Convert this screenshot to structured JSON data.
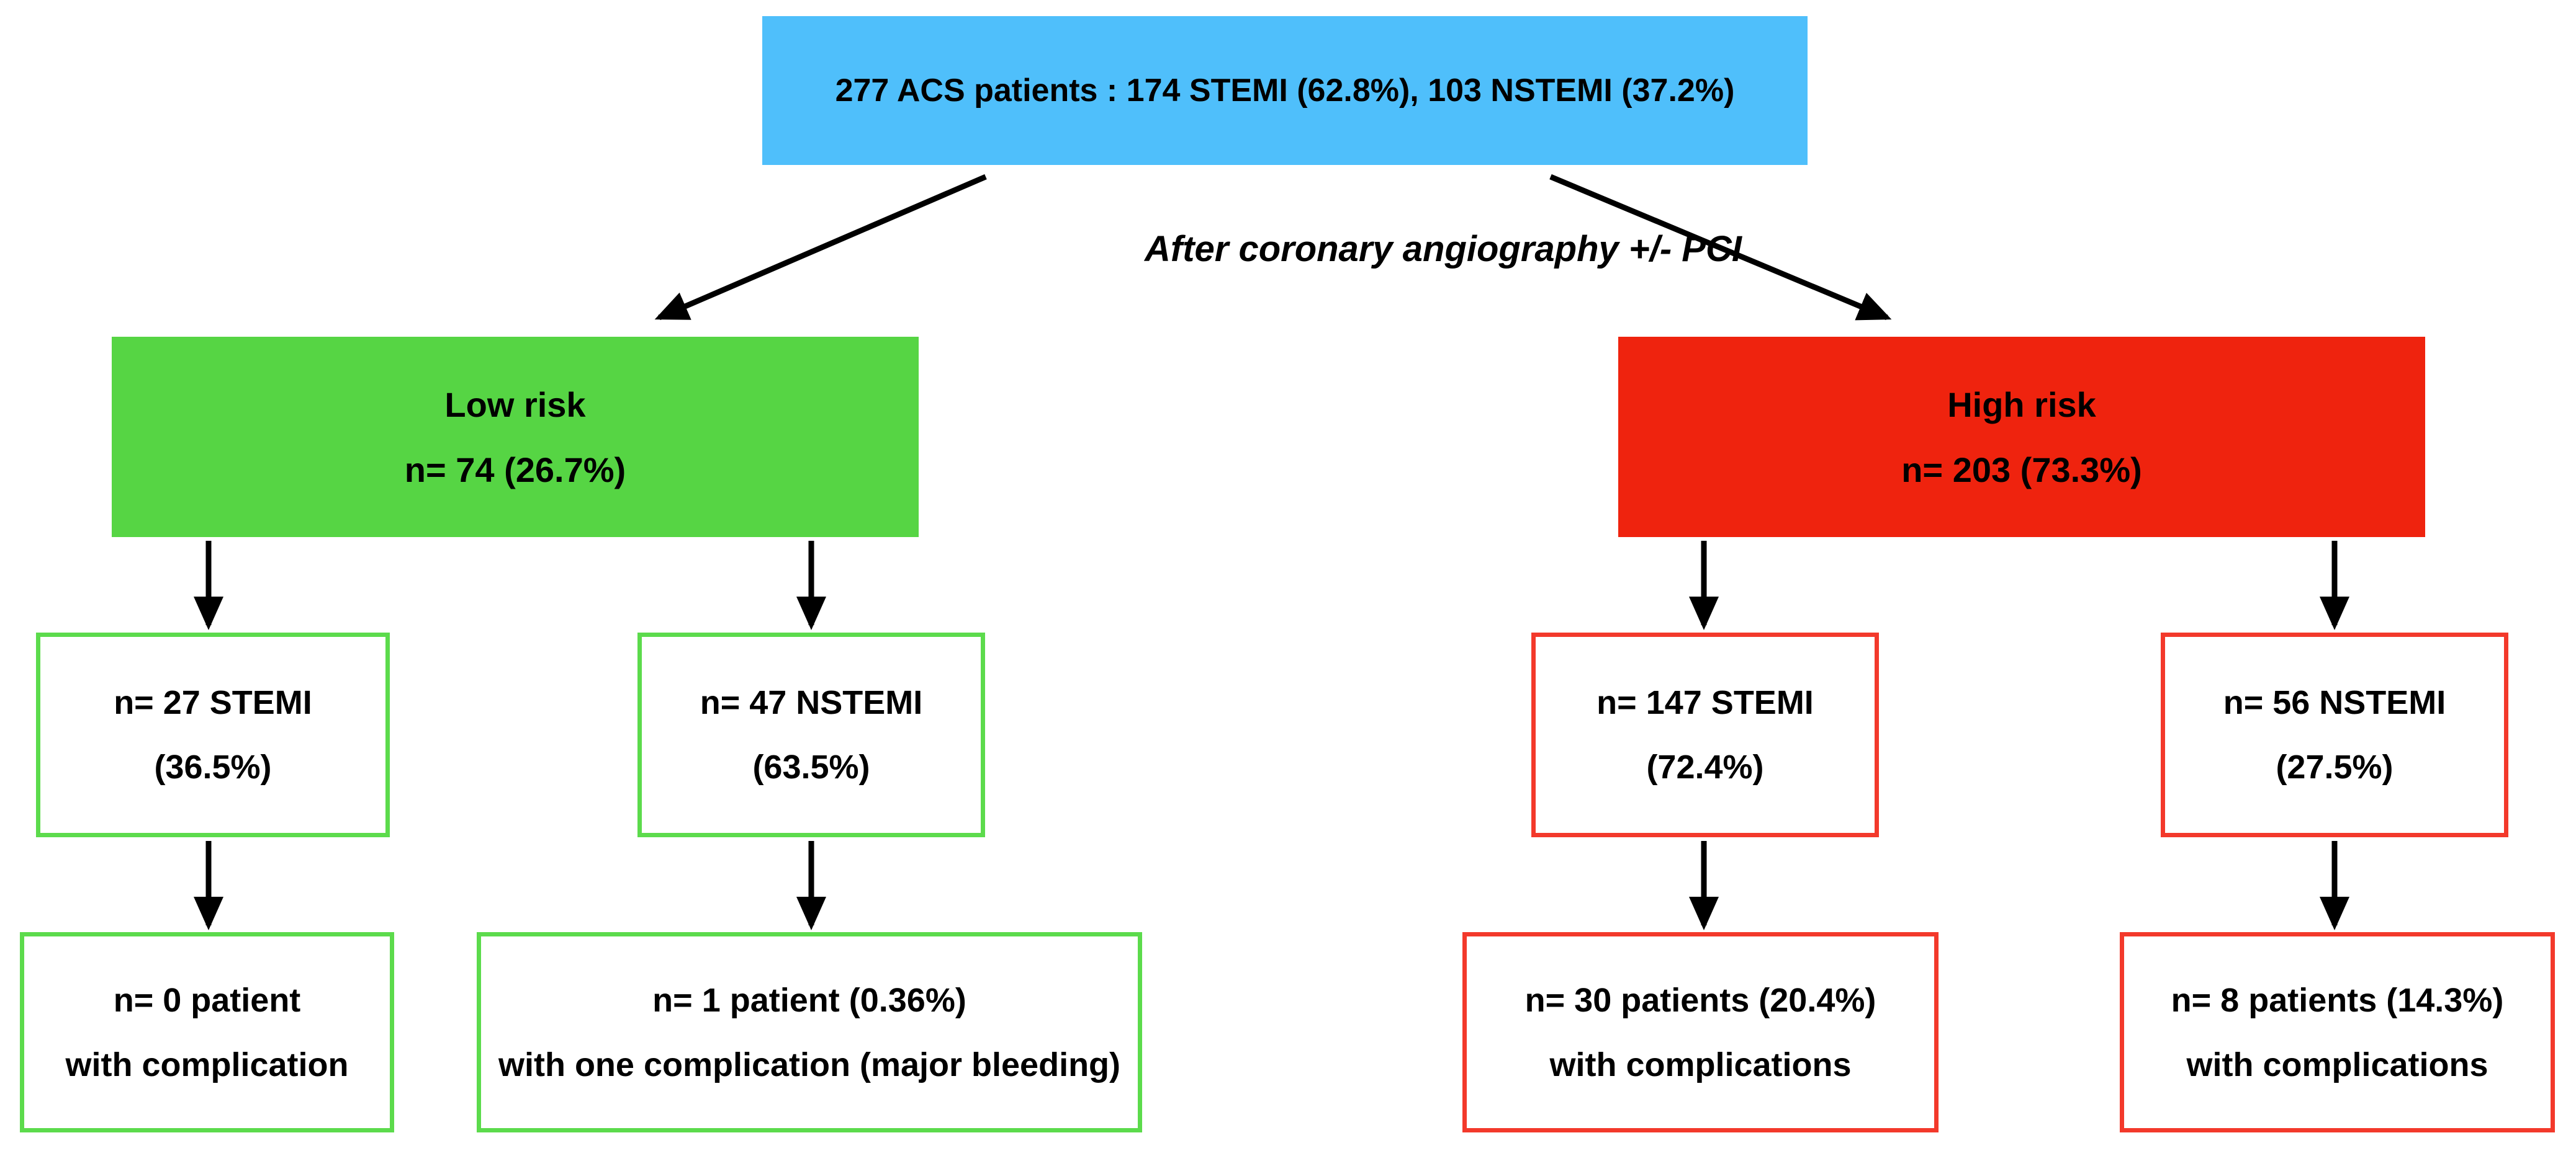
{
  "colors": {
    "blue": "#4FBFFB",
    "green": "#56D544",
    "green_border": "#5CDB4C",
    "red": "#EF230E",
    "red_border": "#F3392B",
    "arrow": "#000000"
  },
  "root": {
    "text": "277 ACS patients : 174 STEMI (62.8%), 103 NSTEMI (37.2%)"
  },
  "annotation": {
    "text": "After coronary angiography +/- PCI"
  },
  "branches": {
    "low": {
      "title": "Low risk",
      "count": "n= 74 (26.7%)"
    },
    "high": {
      "title": "High risk",
      "count": "n= 203 (73.3%)"
    }
  },
  "mid_boxes": [
    {
      "line1": "n= 27 STEMI",
      "line2": "(36.5%)"
    },
    {
      "line1": "n= 47 NSTEMI",
      "line2": "(63.5%)"
    },
    {
      "line1": "n= 147 STEMI",
      "line2": "(72.4%)"
    },
    {
      "line1": "n= 56 NSTEMI",
      "line2": "(27.5%)"
    }
  ],
  "outcome_boxes": [
    {
      "line1": "n= 0 patient",
      "line2": "with complication"
    },
    {
      "line1": "n= 1 patient (0.36%)",
      "line2": "with one complication (major bleeding)"
    },
    {
      "line1": "n= 30 patients (20.4%)",
      "line2": "with complications"
    },
    {
      "line1": "n= 8 patients (14.3%)",
      "line2": "with complications"
    }
  ]
}
